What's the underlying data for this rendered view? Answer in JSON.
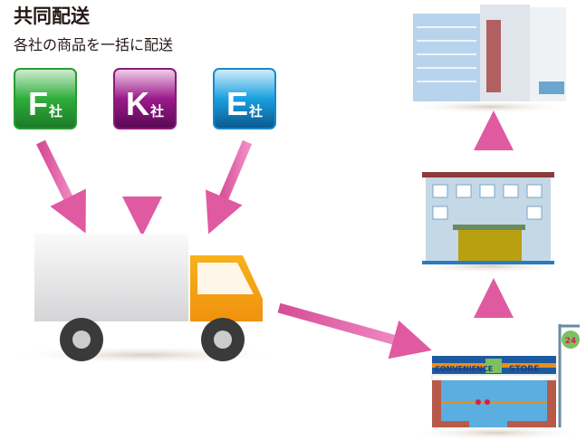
{
  "title": "共同配送",
  "subtitle": "各社の商品を一括に配送",
  "companies": [
    {
      "letter": "F",
      "suffix": "社",
      "color": "#2fae3c"
    },
    {
      "letter": "K",
      "suffix": "社",
      "color": "#9a1a8a"
    },
    {
      "letter": "E",
      "suffix": "社",
      "color": "#1aa0e0"
    }
  ],
  "store": {
    "sign_left": "CONVENIENCE",
    "sign_right": "STORE",
    "hours_badge": "24"
  },
  "arrow_color": "#e86aad"
}
